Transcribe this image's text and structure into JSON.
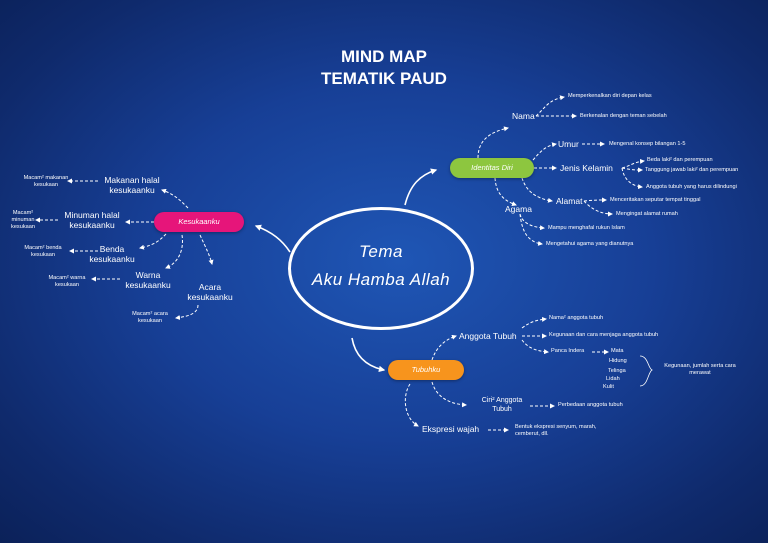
{
  "title": {
    "line1": "MIND MAP",
    "line2": "TEMATIK PAUD"
  },
  "center": {
    "line1": "Tema",
    "line2": "Aku Hamba Allah"
  },
  "colors": {
    "identitas": "#8dc63f",
    "kesukaan": "#e6157a",
    "tubuh": "#f7941d",
    "line": "#ffffff"
  },
  "identitas": {
    "label": "Identitas Diri",
    "nama": {
      "label": "Nama",
      "items": [
        "Memperkenalkan diri depan kelas",
        "Berkenalan dengan teman sebelah"
      ]
    },
    "umur": {
      "label": "Umur",
      "item": "Mengenal konsep bilangan 1-5"
    },
    "jenis_kelamin": {
      "label": "Jenis Kelamin",
      "items": [
        "Beda laki² dan perempuan",
        "Tanggung jawab laki² dan perempuan",
        "Anggota tubuh yang harus dilindungi"
      ]
    },
    "alamat": {
      "label": "Alamat",
      "items": [
        "Menceritakan seputar tempat tinggal",
        "Mengingat alamat rumah"
      ]
    },
    "agama": {
      "label": "Agama",
      "items": [
        "Mampu menghafal rukun Islam",
        "Mengetahui agama yang dianutnya"
      ]
    }
  },
  "kesukaan": {
    "label": "Kesukaanku",
    "makanan": {
      "label1": "Makanan halal",
      "label2": "kesukaanku",
      "note1": "Macam² makanan",
      "note2": "kesukaan"
    },
    "minuman": {
      "label1": "Minuman halal",
      "label2": "kesukaanku",
      "note1": "Macam²",
      "note2": "minuman",
      "note3": "kesukaan"
    },
    "benda": {
      "label1": "Benda",
      "label2": "kesukaanku",
      "note1": "Macam² benda",
      "note2": "kesukaan"
    },
    "warna": {
      "label1": "Warna",
      "label2": "kesukaanku",
      "note1": "Macam² warna",
      "note2": "kesukaan"
    },
    "acara": {
      "label1": "Acara",
      "label2": "kesukaanku",
      "note1": "Macam² acara",
      "note2": "kesukaan"
    }
  },
  "tubuh": {
    "label": "Tubuhku",
    "anggota": {
      "label": "Anggota Tubuh",
      "items": [
        "Nama² anggota tubuh",
        "Kegunaan dan cara menjaga anggota tubuh",
        "Panca Indera"
      ],
      "indera": [
        "Mata",
        "Hidung",
        "Telinga",
        "Lidah",
        "Kulit"
      ],
      "indera_note1": "Kegunaan, jumlah serta cara",
      "indera_note2": "merawat"
    },
    "ciri": {
      "label1": "Ciri² Anggota",
      "label2": "Tubuh",
      "item": "Perbedaan anggota tubuh"
    },
    "ekspresi": {
      "label": "Ekspresi wajah",
      "item1": "Bentuk ekspresi senyum, marah,",
      "item2": "cemberut, dll."
    }
  }
}
